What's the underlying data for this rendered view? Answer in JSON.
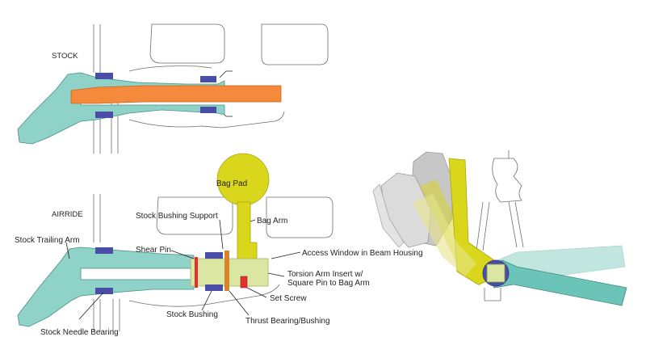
{
  "diagram": {
    "stock_view": {
      "title": "STOCK"
    },
    "airride_view": {
      "title": "AIRRIDE",
      "bag_pad": "Bag Pad",
      "labels": {
        "stock_trailing_arm": "Stock Trailing Arm",
        "stock_needle_bearing": "Stock Needle Bearing",
        "stock_bushing_support": "Stock Bushing Support",
        "shear_pin": "Shear Pin",
        "bag_arm": "Bag Arm",
        "access_window": "Access Window in Beam Housing",
        "torsion_insert_line1": "Torsion Arm Insert w/",
        "torsion_insert_line2": "Square Pin to Bag Arm",
        "set_screw": "Set Screw",
        "stock_bushing": "Stock Bushing",
        "thrust_bearing": "Thrust Bearing/Bushing"
      }
    },
    "colors": {
      "trailing_arm_teal": "#8fd3c8",
      "torsion_bar_orange": "#f58a3c",
      "bushing_blue": "#4b4ea6",
      "bag_yellow": "#d9d61c",
      "insert_light_yellow": "#dbe6a3",
      "shear_pin_red": "#e0312f",
      "thrust_orange": "#d9832a",
      "arm_grey": "#b5b5b5"
    }
  }
}
